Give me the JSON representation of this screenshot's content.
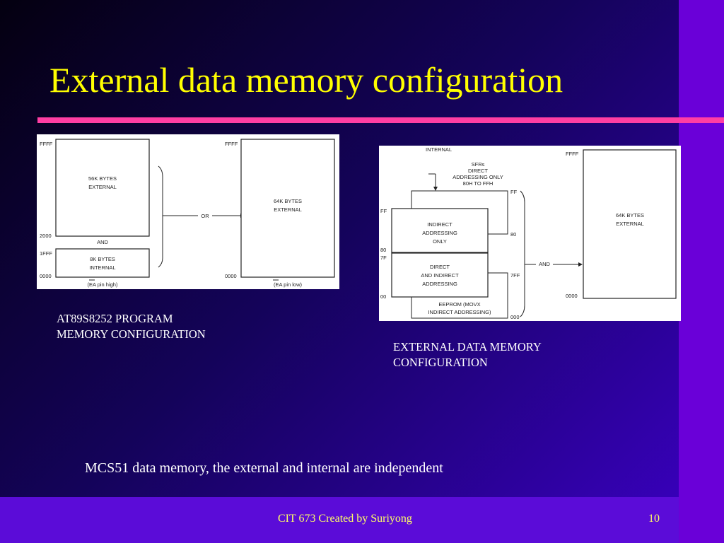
{
  "slide": {
    "title": "External data memory configuration",
    "caption_program": [
      "AT89S8252 PROGRAM",
      "MEMORY CONFIGURATION"
    ],
    "caption_data": [
      "EXTERNAL DATA MEMORY",
      "CONFIGURATION"
    ],
    "body": "MCS51 data memory, the external and internal are independent",
    "footer": "CIT 673 Created by Suriyong",
    "page_number": "10",
    "colors": {
      "title": "#ffff00",
      "accent_line": "#ff3ea3",
      "footer_text": "#ffff66",
      "sidebar": "#6a00d8"
    }
  },
  "program_diagram": {
    "left_ffff": "FFFF",
    "ext_box": [
      "56K BYTES",
      "EXTERNAL"
    ],
    "addr_2000": "2000",
    "and_label": "AND",
    "addr_1fff": "1FFF",
    "int_box": [
      "8K BYTES",
      "INTERNAL"
    ],
    "left_0000": "0000",
    "ea_high": "(EA pin high)",
    "or_label": "OR",
    "right_ffff": "FFFF",
    "big_box": [
      "64K BYTES",
      "EXTERNAL"
    ],
    "right_0000": "0000",
    "ea_low": "(EA pin  low)"
  },
  "data_diagram": {
    "internal_label": "INTERNAL",
    "sfr_label": [
      "SFRs",
      "DIRECT",
      "ADDRESSING ONLY",
      "80H TO FFH"
    ],
    "ff_top": "FF",
    "ff_left": "FF",
    "indirect_box": [
      "INDIRECT",
      "ADDRESSING",
      "ONLY"
    ],
    "addr_80_right": "80",
    "addr_80_left": "80",
    "addr_7f_left": "7F",
    "direct_box": [
      "DIRECT",
      "AND INDIRECT",
      "ADDRESSING"
    ],
    "addr_7ff": "7FF",
    "addr_00": "00",
    "eeprom_box": [
      "EEPROM (MOVX",
      "INDIRECT ADDRESSING)"
    ],
    "addr_000": "000",
    "and_label": "AND",
    "ext_ffff": "FFFF",
    "ext_box": [
      "64K BYTES",
      "EXTERNAL"
    ],
    "ext_0000": "0000"
  }
}
